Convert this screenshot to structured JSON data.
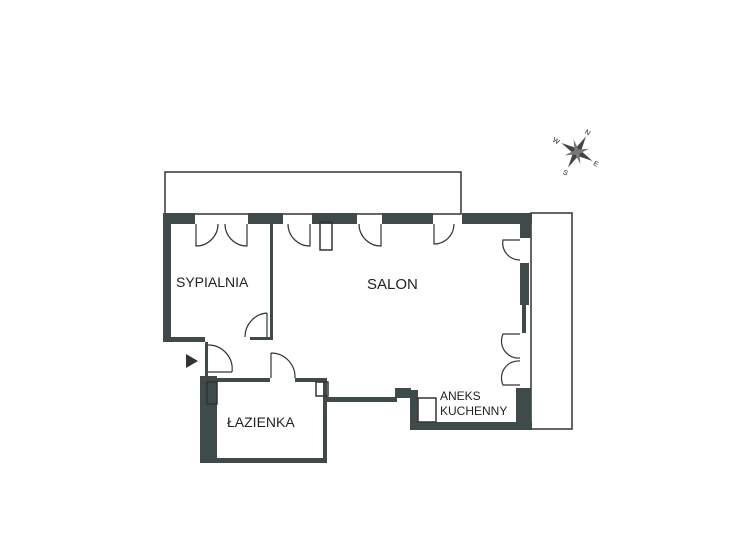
{
  "rooms": {
    "bedroom": "SYPIALNIA",
    "living_room": "SALON",
    "bathroom": "ŁAZIENKA",
    "kitchenette_line1": "ANEKS",
    "kitchenette_line2": "KUCHENNY"
  },
  "compass": {
    "n": "N",
    "e": "E",
    "s": "S",
    "w": "W"
  },
  "colors": {
    "wall": "#3f4a4a"
  }
}
